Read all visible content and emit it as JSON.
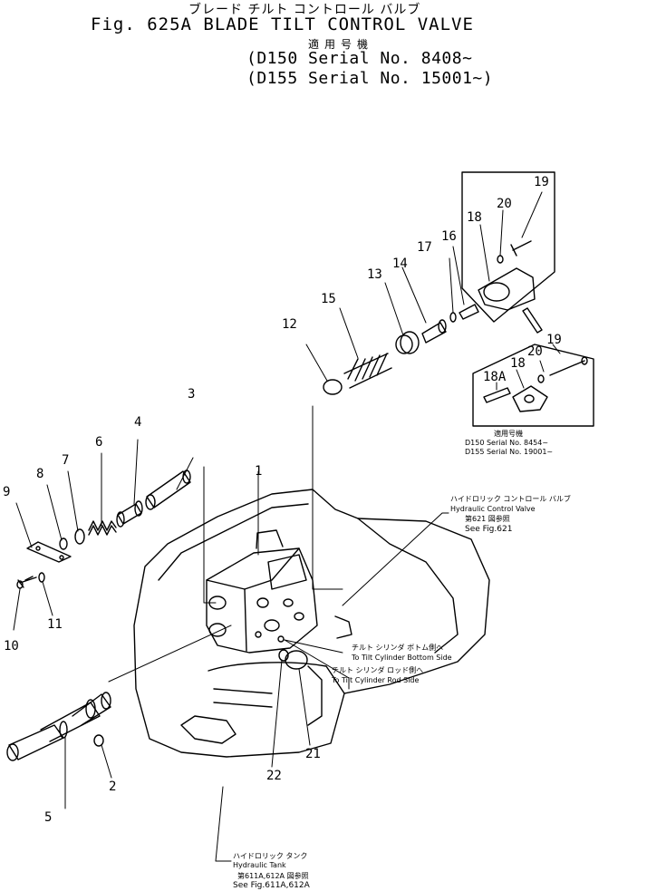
{
  "title": {
    "japanese": "ブレード チルト コントロール バルブ",
    "figure": "Fig. 625A  BLADE TILT CONTROL VALVE",
    "applicability": "適用号機",
    "serial_1": "(D150 Serial No. 8408~",
    "serial_2": "(D155 Serial No. 15001~)"
  },
  "part_numbers": [
    "1",
    "2",
    "3",
    "4",
    "5",
    "6",
    "7",
    "8",
    "9",
    "10",
    "11",
    "12",
    "13",
    "14",
    "15",
    "16",
    "17",
    "18",
    "18",
    "18A",
    "19",
    "19",
    "20",
    "20",
    "21",
    "22"
  ],
  "callouts": {
    "inset": {
      "applic": "適用号機",
      "d150": "D150  Serial  No.  8454~",
      "d155": "D155  Serial  No.  19001~"
    },
    "control_valve": {
      "jp": "ハイドロリック コントロール バルブ",
      "en": "Hydraulic  Control  Valve",
      "ref_jp": "第621  図参照",
      "ref_en": "See  Fig.621"
    },
    "tilt_bottom": {
      "jp": "チルト シリンダ ボトム側へ",
      "en": "To  Tilt  Cylinder  Bottom  Side"
    },
    "tilt_rod": {
      "jp": "チルト シリンダ ロッド側へ",
      "en": "To  Tilt  Cylinder  Rod  Side"
    },
    "tank": {
      "jp": "ハイドロリック タンク",
      "en": "Hydraulic  Tank",
      "ref_jp": "第611A,612A 図参照",
      "ref_en": "See  Fig.611A,612A"
    }
  },
  "colors": {
    "ink": "#000000",
    "paper": "#ffffff"
  }
}
